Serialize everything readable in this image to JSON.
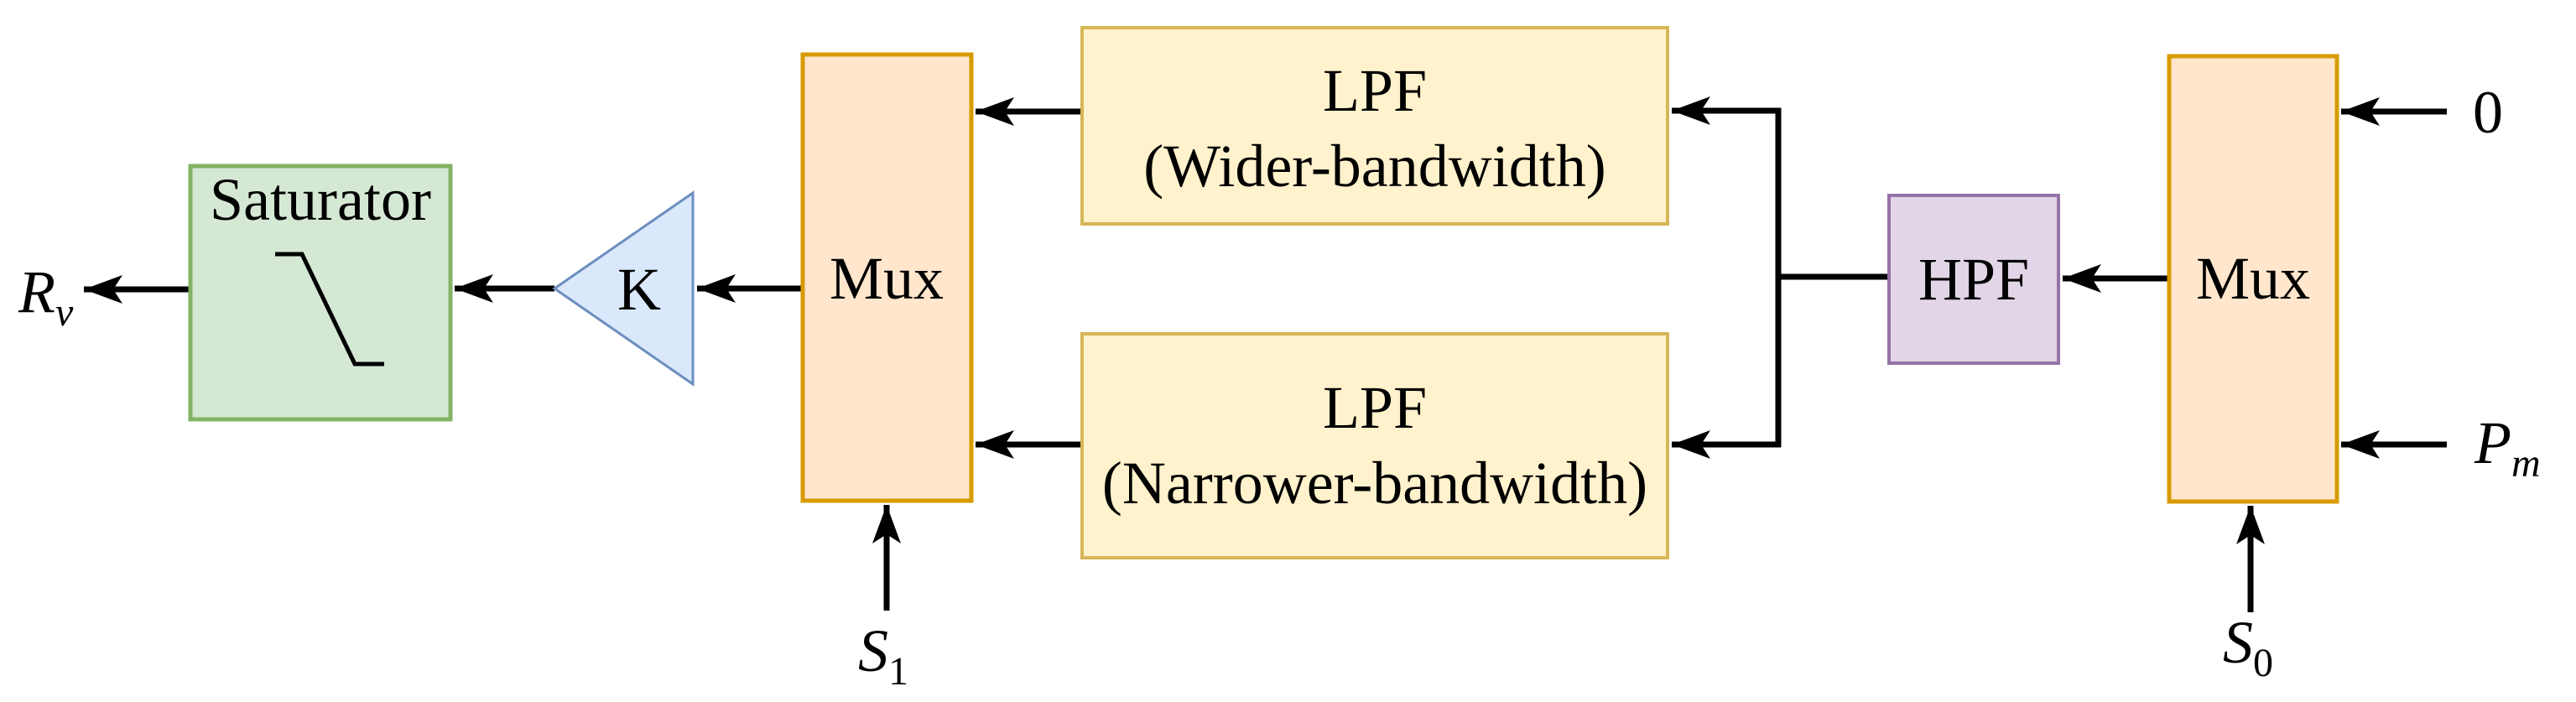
{
  "diagram": {
    "background": "#ffffff",
    "wire_color": "#000000",
    "blocks": {
      "saturator": {
        "label": "Saturator",
        "icon": "saturation-curve",
        "fill": "#d5e8d4",
        "stroke": "#82b366"
      },
      "gain": {
        "label": "K",
        "fill": "#dae8fc",
        "stroke": "#6c8ebf"
      },
      "mux_left": {
        "label": "Mux",
        "fill": "#ffe6cc",
        "stroke": "#d79b00"
      },
      "lpf_wide": {
        "line1": "LPF",
        "line2": "(Wider-bandwidth)",
        "fill": "#fff2cc",
        "stroke": "#d6b656"
      },
      "lpf_narrow": {
        "line1": "LPF",
        "line2": "(Narrower-bandwidth)",
        "fill": "#fff2cc",
        "stroke": "#d6b656"
      },
      "hpf": {
        "label": "HPF",
        "fill": "#e1d5e7",
        "stroke": "#9673a6"
      },
      "mux_right": {
        "label": "Mux",
        "fill": "#ffe6cc",
        "stroke": "#d79b00"
      }
    },
    "signals": {
      "output_rv": {
        "base": "R",
        "sub": "v"
      },
      "select_s1": {
        "base": "S",
        "sub": "1"
      },
      "select_s0": {
        "base": "S",
        "sub": "0"
      },
      "input_zero": {
        "label": "0"
      },
      "input_pm": {
        "base": "P",
        "sub": "m"
      }
    }
  }
}
